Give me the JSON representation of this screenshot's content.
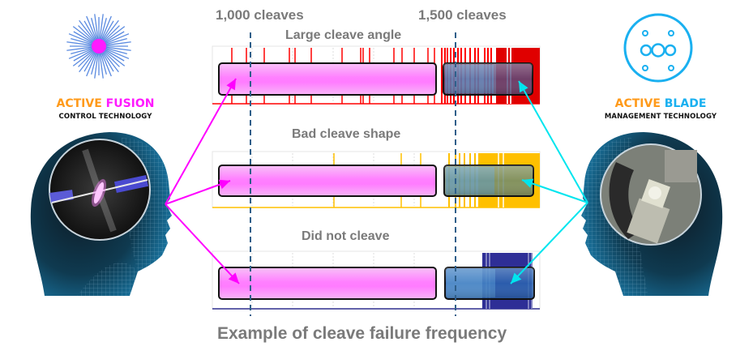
{
  "milestones": [
    {
      "label": "1,000 cleaves",
      "cleaves": 1000
    },
    {
      "label": "1,500 cleaves",
      "cleaves": 1500
    }
  ],
  "rows": [
    {
      "title": "Large cleave angle",
      "color": "#ff0000",
      "right_bar_color": "#5a4a7a",
      "dense_region_color": "#e00000"
    },
    {
      "title": "Bad cleave shape",
      "color": "#ffc000",
      "right_bar_color": "#6e8a6e",
      "dense_region_color": "#ffc000"
    },
    {
      "title": "Did not cleave",
      "color": "#2e2e8e",
      "right_bar_color": "#2a64b0",
      "dense_region_color": "#2e2e96"
    }
  ],
  "left_brand": {
    "title_part1": "ACTIVE",
    "title_part2": "FUSION",
    "subtitle": "CONTROL TECHNOLOGY",
    "color1": "#ff9a1a",
    "color2": "#ff1aff",
    "icon": "starburst-icon"
  },
  "right_brand": {
    "title_part1": "ACTIVE",
    "title_part2": "BLADE",
    "subtitle": "MANAGEMENT TECHNOLOGY",
    "color1": "#ff9a1a",
    "color2": "#1ab0f0",
    "icon": "blade-disc-icon"
  },
  "caption": "Example  of cleave failure frequency",
  "colors": {
    "left_arrows": "#ff00ff",
    "right_arrows": "#00e5ee",
    "milestone_line": "#2f5f8a",
    "text_gray": "#7a7a7a"
  }
}
